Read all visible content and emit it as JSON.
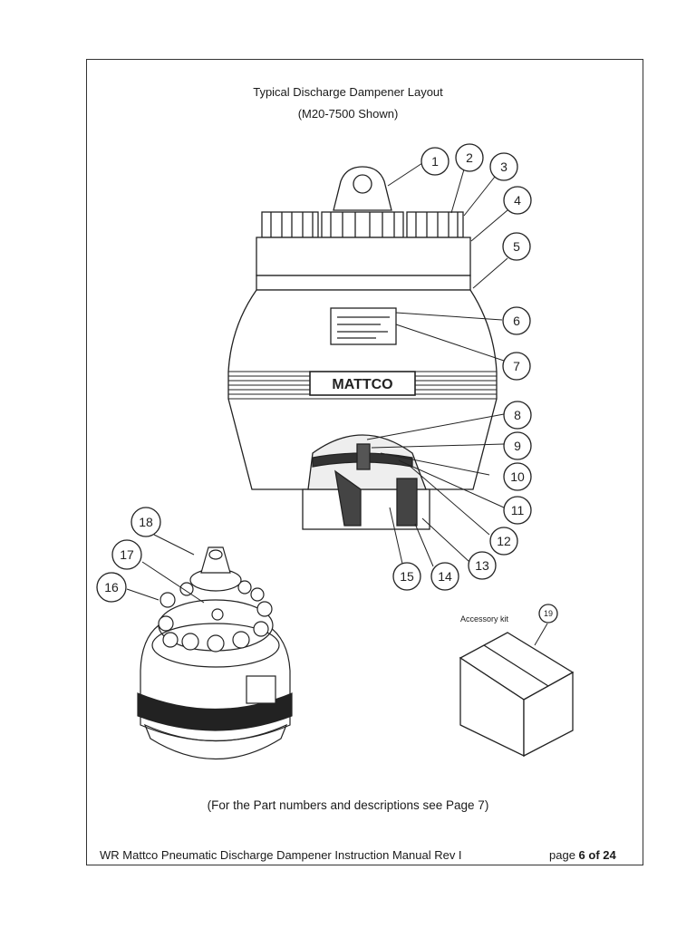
{
  "document": {
    "title": "Typical Discharge Dampener Layout",
    "subtitle": "(M20-7500 Shown)",
    "brand_plate": "MATTCO",
    "accessory_label": "Accessory kit",
    "note": "(For the Part numbers and descriptions see Page 7)",
    "footer": {
      "manual_title": "WR Mattco Pneumatic Discharge Dampener Instruction Manual Rev I",
      "page_prefix": "page ",
      "page_number": "6",
      "page_sep": " of ",
      "page_total": "24"
    },
    "callouts": [
      "1",
      "2",
      "3",
      "4",
      "5",
      "6",
      "7",
      "8",
      "9",
      "10",
      "11",
      "12",
      "13",
      "14",
      "15",
      "16",
      "17",
      "18",
      "19"
    ]
  }
}
